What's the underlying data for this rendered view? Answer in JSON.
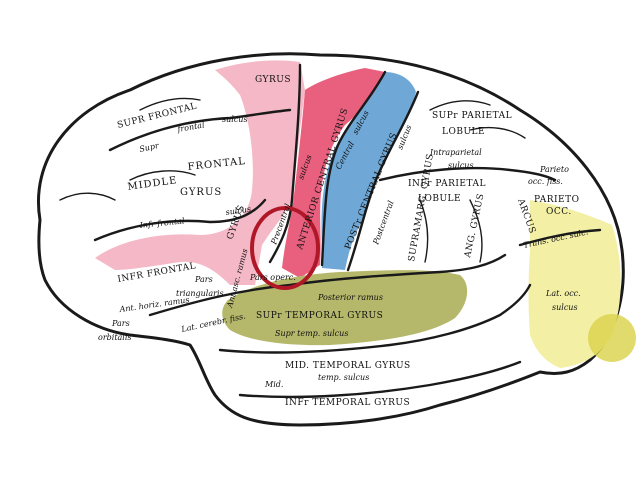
{
  "colors": {
    "frontal_pink": "#f5b8c6",
    "precentral_red": "#e8607e",
    "postcentral_blue": "#6fa8d6",
    "temporal_olive": "#b5b86a",
    "occipital_yellow": "#f3f0a6",
    "highlight_red": "#b01828"
  },
  "labels": {
    "sup_frontal_gyrus_1": "SUPR FRONTAL",
    "gyrus_top": "GYRUS",
    "sup_frontal_sulcus_1": "Supr",
    "sup_frontal_sulcus_2": "frontal",
    "sup_frontal_sulcus_3": "sulcus",
    "middle_frontal_1": "MIDDLE",
    "middle_frontal_2": "FRONTAL",
    "middle_frontal_3": "GYRUS",
    "inf_frontal_sulcus_1": "Infr frontal",
    "inf_frontal_sulcus_2": "sulcus",
    "inf_frontal_gyrus": "INFR FRONTAL",
    "gyrus_ifg": "GYRUS",
    "pars_triangularis_1": "Pars",
    "pars_triangularis_2": "triangularis",
    "ant_horiz_ramus": "Ant. horiz. ramus",
    "ant_asc_ramus": "Ant.asc. ramus",
    "pars_orbitalis_1": "Pars",
    "pars_orbitalis_2": "orbitalis",
    "lat_cereb_fiss": "Lat. cerebr. fiss.",
    "pars_opercularis": "Pars operc.",
    "precentral_sulcus_1": "Precentral",
    "precentral_sulcus_2": "sulcus",
    "ant_central_gyrus": "ANTERIOR CENTRAL GYRUS",
    "central_sulcus_1": "Central",
    "central_sulcus_2": "sulcus",
    "post_central_gyrus": "POSTr CENTRAL GYRUS",
    "postcentral_sulcus": "Postcentral",
    "postcentral_sulcus_2": "sulcus",
    "sup_parietal_1": "SUPr PARIETAL",
    "sup_parietal_2": "LOBULE",
    "intraparietal_1": "Intraparietal",
    "intraparietal_2": "sulcus",
    "inf_parietal_1": "INFr PARIETAL",
    "inf_parietal_2": "LOBULE",
    "supramarg_gyrus": "SUPRAMARG. GYRUS",
    "ang_gyrus": "ANG. GYRUS",
    "parieto_occ_fiss_1": "Parieto",
    "parieto_occ_fiss_2": "occ. fiss.",
    "arcus": "ARCUS",
    "parieto_occ": "PARIETO",
    "parieto_occ_2": "OCC.",
    "trans_occ_sulc": "Trans. occ. sulc.",
    "lat_occ_sulc_1": "Lat. occ.",
    "lat_occ_sulc_2": "sulcus",
    "posterior_ramus": "Posterior ramus",
    "sup_temporal_gyrus": "SUPr TEMPORAL GYRUS",
    "sup_temp_sulcus": "Supr temp. sulcus",
    "mid_temporal_gyrus": "MID. TEMPORAL GYRUS",
    "mid_temp_sulcus_1": "Mid.",
    "mid_temp_sulcus_2": "temp. sulcus",
    "inf_temporal_gyrus": "INFr TEMPORAL GYRUS"
  }
}
